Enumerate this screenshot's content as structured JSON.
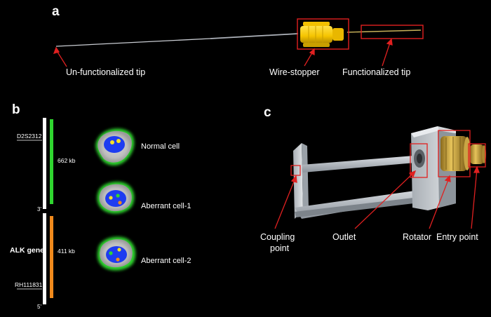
{
  "panels": {
    "a": {
      "letter": "a",
      "labels": {
        "unfunctionalized_tip": "Un-functionalized tip",
        "wire_stopper": "Wire-stopper",
        "functionalized_tip": "Functionalized tip"
      }
    },
    "b": {
      "letter": "b",
      "markers": {
        "top_marker": "D2S2312",
        "bottom_marker": "RH111831",
        "end_3": "3'",
        "end_5": "5'",
        "gene_label": "ALK gene"
      },
      "probes": {
        "green_length": "662 kb",
        "orange_length": "411 kb"
      },
      "cells": [
        {
          "label": "Normal cell"
        },
        {
          "label": "Aberrant cell-1"
        },
        {
          "label": "Aberrant cell-2"
        }
      ]
    },
    "c": {
      "letter": "c",
      "labels": {
        "coupling_point_line1": "Coupling",
        "coupling_point_line2": "point",
        "outlet": "Outlet",
        "rotator": "Rotator",
        "entry_point": "Entry point"
      }
    }
  },
  "colors": {
    "background": "#000000",
    "annotation": "#e02020",
    "probe_green": "#2fd62f",
    "probe_orange": "#f08a1c",
    "stopper_yellow": "#f5c400",
    "nucleus_blue": "#1e3cf0"
  }
}
